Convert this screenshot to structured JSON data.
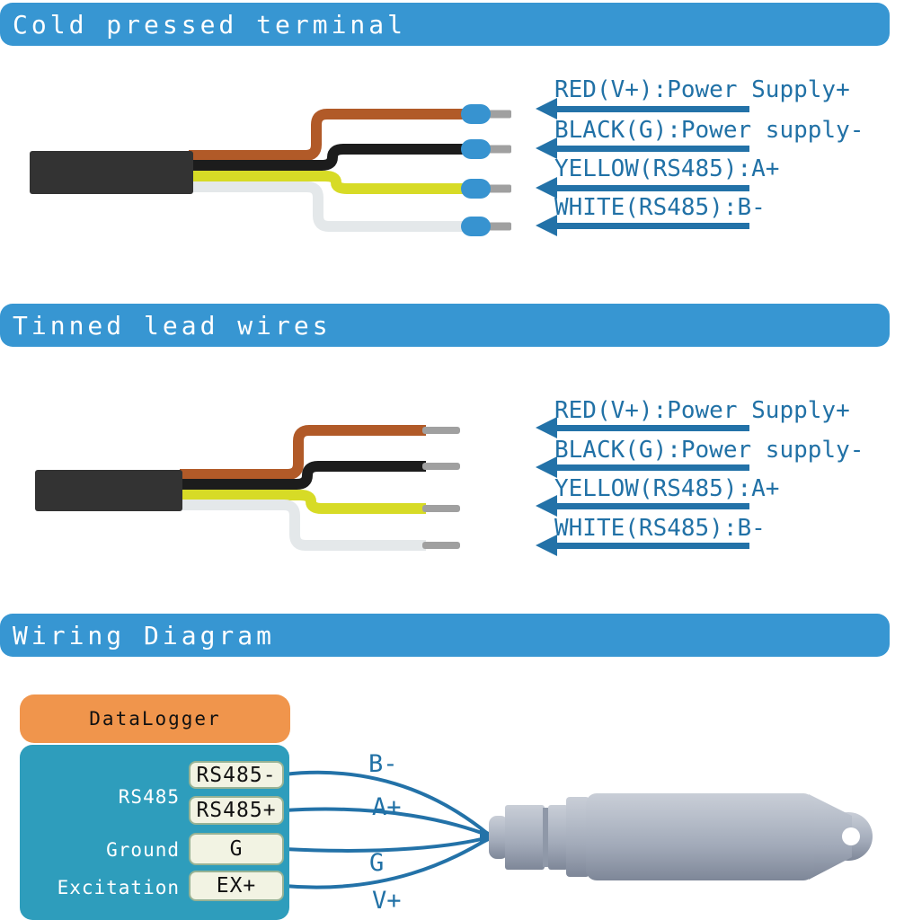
{
  "colors": {
    "header_bar": "#3796D2",
    "header_text": "#FFFFFF",
    "label_blue": "#2171A6",
    "arrow_blue": "#2372A8",
    "wire_red": "#B15A28",
    "wire_black": "#1C1C1C",
    "wire_yellow": "#D7DB26",
    "wire_white": "#E4E8EA",
    "cable_sheath": "#333333",
    "ferrule_blue": "#3793D0",
    "tin_gray": "#A0A0A0",
    "datalogger_orange": "#F0954C",
    "datalogger_teal": "#2E9DBC",
    "terminal_box_bg": "#F2F3E3",
    "terminal_box_border": "#97B294"
  },
  "icons": {
    "wire_direction_arrow": "left-triangle-css-shape",
    "sensor_probe": "svg-metal-cylinder-with-eyelet"
  },
  "sections": {
    "cold_pressed": {
      "title": "Cold pressed terminal"
    },
    "tinned": {
      "title": "Tinned lead wires"
    },
    "wiring": {
      "title": "Wiring Diagram"
    }
  },
  "wire_labels": [
    {
      "wire": "red",
      "text": "RED(V+):Power Supply+"
    },
    {
      "wire": "black",
      "text": "BLACK(G):Power supply-"
    },
    {
      "wire": "yellow",
      "text": "YELLOW(RS485):A+"
    },
    {
      "wire": "white",
      "text": "WHITE(RS485):B-"
    }
  ],
  "wiring_diagram": {
    "datalogger_label": "DataLogger",
    "port_groups": [
      {
        "label": "RS485"
      },
      {
        "label": "Ground"
      },
      {
        "label": "Excitation"
      }
    ],
    "terminals": [
      {
        "name": "RS485-",
        "signal": "B-"
      },
      {
        "name": "RS485+",
        "signal": "A+"
      },
      {
        "name": "G",
        "signal": "G"
      },
      {
        "name": "EX+",
        "signal": "V+"
      }
    ]
  }
}
